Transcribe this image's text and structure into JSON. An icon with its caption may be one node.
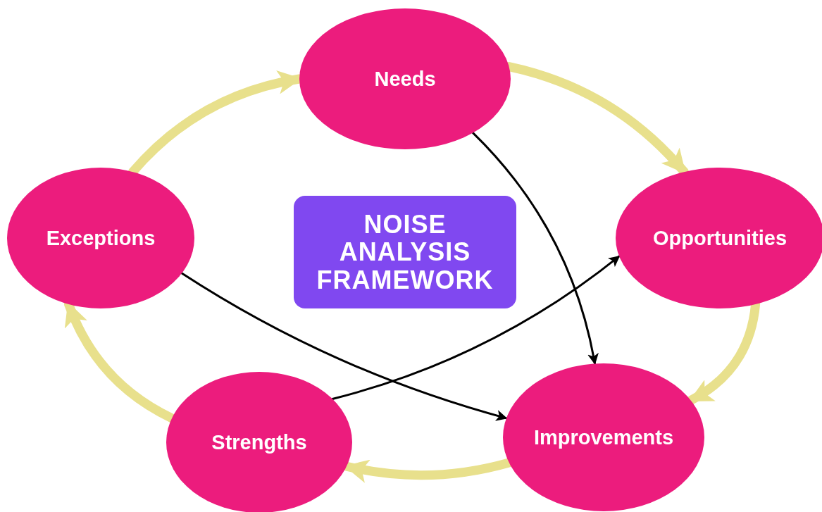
{
  "diagram": {
    "nodes": [
      {
        "text": [
          "Needs"
        ]
      },
      {
        "text": [
          "Exceptions"
        ]
      },
      {
        "text": [
          "NOISE ANALYSIS FRAMEWORK"
        ]
      },
      {
        "text": [
          "Opportunities"
        ]
      },
      {
        "text": [
          "Strengths"
        ]
      },
      {
        "text": [
          "Improvements"
        ]
      }
    ],
    "edges": [
      {
        "from": 1,
        "to": 0,
        "arrow": "to"
      },
      {
        "from": 0,
        "to": 3,
        "arrow": "to"
      },
      {
        "from": 3,
        "to": 5,
        "arrow": "to"
      },
      {
        "from": 5,
        "to": 4,
        "arrow": "to"
      },
      {
        "from": 4,
        "to": 1,
        "arrow": "to"
      },
      {
        "from": 0,
        "to": 5,
        "arrow": "to",
        "color": "#000000"
      },
      {
        "from": 1,
        "to": 5,
        "arrow": "to",
        "color": "#000000"
      },
      {
        "from": 4,
        "to": 3,
        "arrow": "to",
        "color": "#000000"
      }
    ]
  }
}
